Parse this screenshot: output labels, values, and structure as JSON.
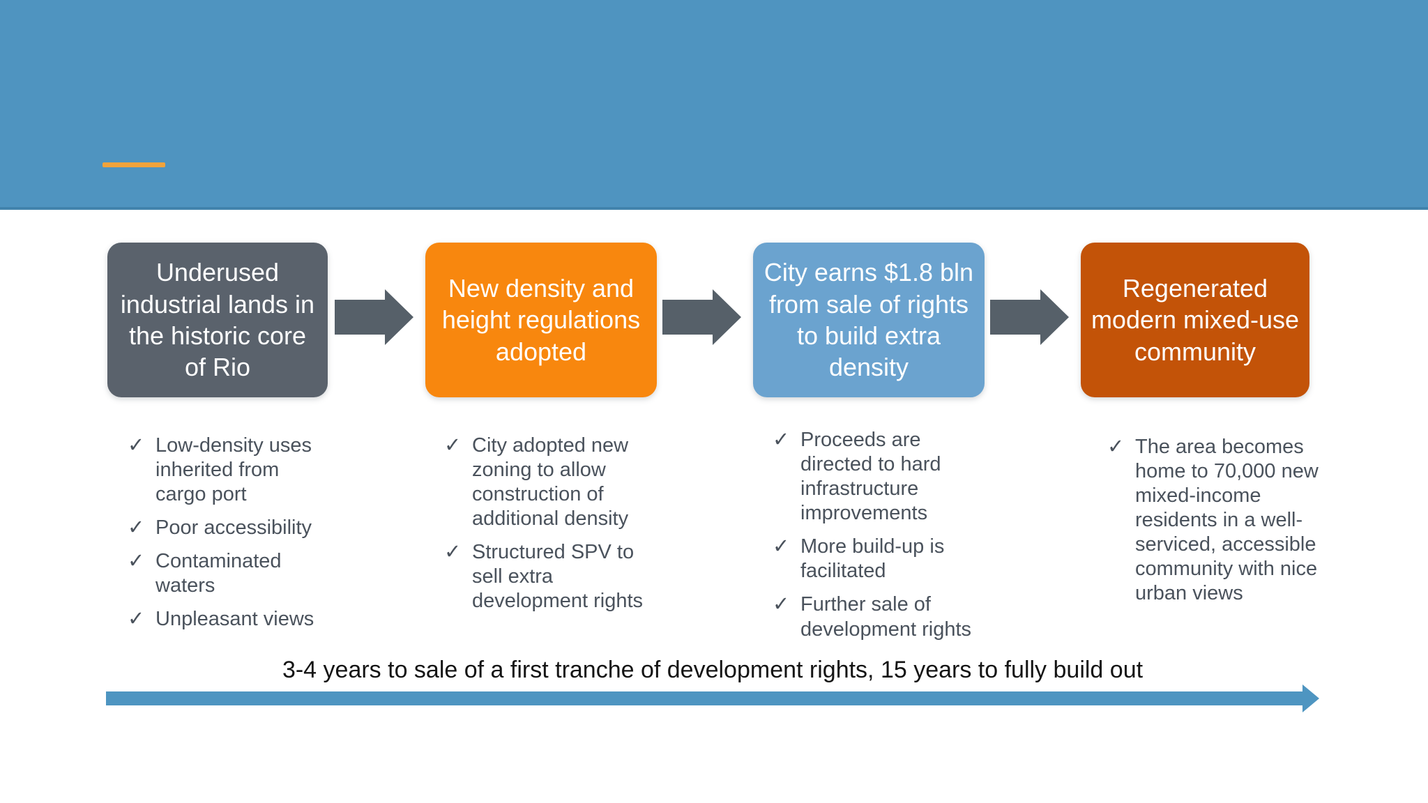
{
  "flow": {
    "steps": [
      {
        "title": "Underused industrial lands in the historic core of Rio",
        "color": "#5A626C",
        "items": [
          "Low-density uses inherited from cargo port",
          "Poor accessibility",
          "Contaminated waters",
          "Unpleasant views"
        ]
      },
      {
        "title": "New density and height regulations adopted",
        "color": "#F8870E",
        "items": [
          "City adopted new zoning to allow construction of additional density",
          "Structured SPV to sell extra development rights"
        ]
      },
      {
        "title": "City earns $1.8 bln from sale of rights to build extra density",
        "color": "#6BA3CF",
        "items": [
          "Proceeds are directed to hard infrastructure improvements",
          "More build-up is facilitated",
          "Further sale of development rights"
        ]
      },
      {
        "title": "Regenerated modern mixed-use community",
        "color": "#C35308",
        "items": [
          "The area becomes home to 70,000 new mixed-income residents in a well-serviced, accessible community with nice urban views"
        ]
      }
    ]
  },
  "timeline": {
    "label": "3-4 years to sale of a first tranche of development rights, 15 years to fully build out"
  },
  "icons": {
    "check": "✓"
  },
  "colors": {
    "header_blue": "#4F94C0",
    "accent_dash_orange": "#F0A33C",
    "flow_arrow_gray": "#566069",
    "bullet_text_gray": "#4A525C",
    "timeline_arrow_blue": "#4E95C1",
    "step_gray": "#5A626C",
    "step_orange": "#F8870E",
    "step_light_blue": "#6BA3CF",
    "step_rust": "#C35308"
  }
}
